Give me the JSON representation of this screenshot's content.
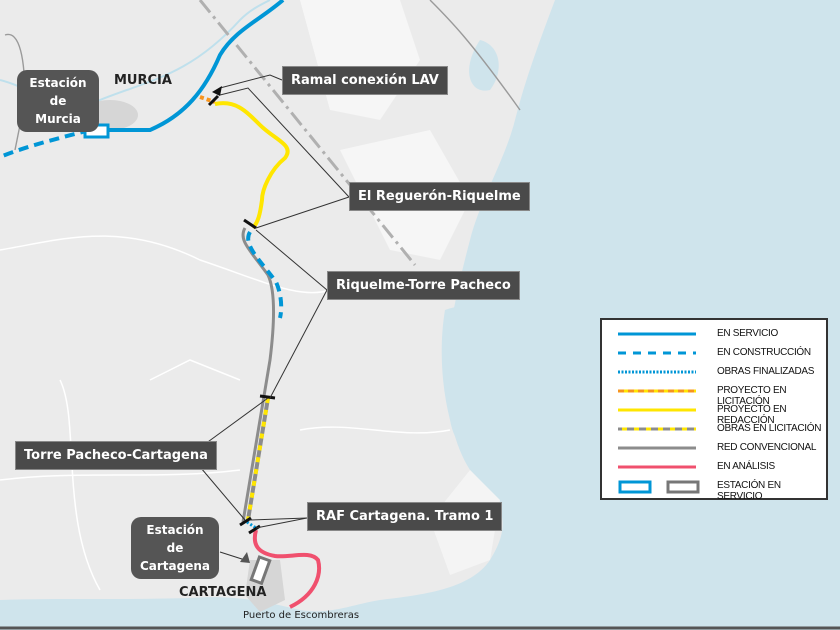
{
  "colors": {
    "land": "#ebebeb",
    "sea": "#cfe4ec",
    "en_servicio": "#0096d6",
    "yellow": "#ffe600",
    "orange": "#f7941d",
    "gray": "#8c8c8c",
    "red": "#f0506e",
    "label_bg": "#4a4a4a"
  },
  "labels": {
    "ramal": "Ramal conexión LAV",
    "reguron": "El Reguerón-Riquelme",
    "riquelme": "Riquelme-Torre Pacheco",
    "torre": "Torre Pacheco-Cartagena",
    "raf": "RAF Cartagena. Tramo 1"
  },
  "stations": {
    "murcia_line1": "Estación de",
    "murcia_line2": "Murcia",
    "cartagena_line1": "Estación de",
    "cartagena_line2": "Cartagena"
  },
  "places": {
    "murcia": "MURCIA",
    "cartagena": "CARTAGENA",
    "puerto": "Puerto de Escombreras"
  },
  "legend": [
    {
      "icon": "solid-blue-line",
      "label": "EN SERVICIO"
    },
    {
      "icon": "dashed-blue-line",
      "label": "EN CONSTRUCCIÓN"
    },
    {
      "icon": "dotted-blue-line",
      "label": "OBRAS FINALIZADAS"
    },
    {
      "icon": "orange-yellow-dashed-line",
      "label": "PROYECTO EN LICITACIÓN"
    },
    {
      "icon": "solid-yellow-line",
      "label": "PROYECTO EN REDACCIÓN"
    },
    {
      "icon": "gray-yellow-dashed-line",
      "label": "OBRAS EN LICITACIÓN"
    },
    {
      "icon": "solid-gray-line",
      "label": "RED CONVENCIONAL"
    },
    {
      "icon": "solid-red-line",
      "label": "EN ANÁLISIS"
    },
    {
      "icon": "station-boxes",
      "label": "ESTACIÓN EN SERVICIO"
    }
  ]
}
